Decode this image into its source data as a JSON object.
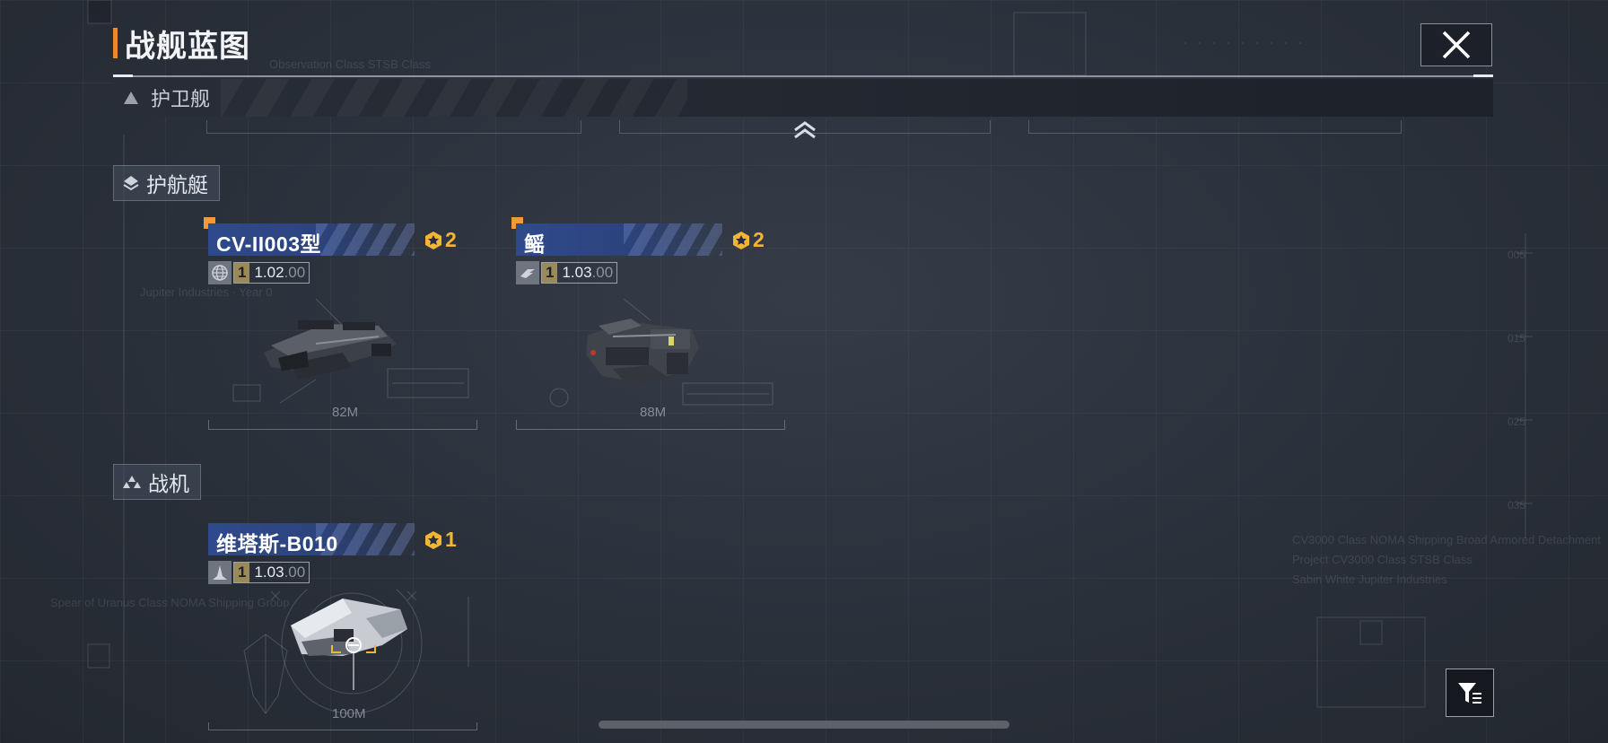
{
  "header": {
    "title": "战舰蓝图",
    "close_label": "close"
  },
  "category_bar": {
    "label": "护卫舰"
  },
  "sections": [
    {
      "label": "护航艇",
      "ships": [
        {
          "name": "CV-II003型",
          "rank": "2",
          "level": "1",
          "version_main": "1.02",
          "version_sub": ".00",
          "length": "82M",
          "stat_icon": "globe-icon"
        },
        {
          "name": "鳐",
          "rank": "2",
          "level": "1",
          "version_main": "1.03",
          "version_sub": ".00",
          "length": "88M",
          "stat_icon": "wing-logo-icon"
        }
      ]
    },
    {
      "label": "战机",
      "ships": [
        {
          "name": "维塔斯-B010",
          "rank": "1",
          "level": "1",
          "version_main": "1.03",
          "version_sub": ".00",
          "length": "100M",
          "stat_icon": "fighter-icon"
        }
      ]
    }
  ],
  "colors": {
    "accent_orange": "#e58a2e",
    "name_bar_blue": "#2f4a8c",
    "rank_gold": "#f2b632",
    "background": "#2a303a"
  }
}
